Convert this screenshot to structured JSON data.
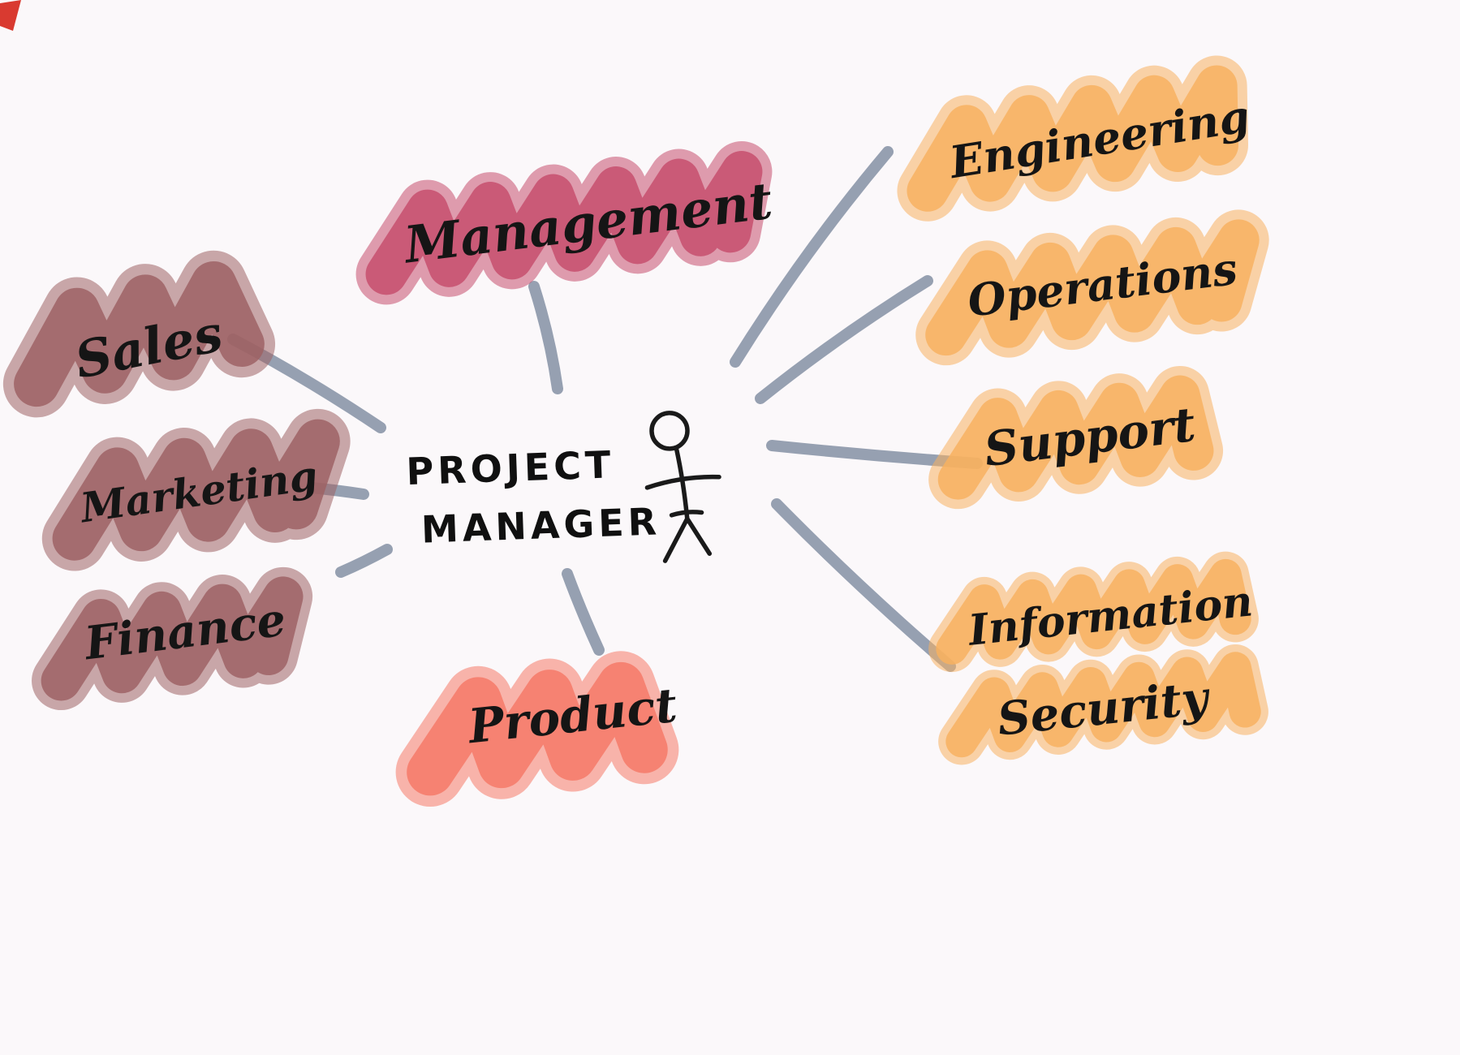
{
  "title": "Project Manager mind map",
  "center": {
    "label_line1": "PROJECT",
    "label_line2": "MANAGER",
    "icon": "person-stick-figure-icon"
  },
  "nodes": {
    "sales": {
      "label": "Sales",
      "color": "#9e6365"
    },
    "marketing": {
      "label": "Marketing",
      "color": "#9e6365"
    },
    "finance": {
      "label": "Finance",
      "color": "#9e6365"
    },
    "management": {
      "label": "Management",
      "color": "#c74f6e"
    },
    "product": {
      "label": "Product",
      "color": "#f57a67"
    },
    "engineering": {
      "label": "Engineering",
      "color": "#f7b160"
    },
    "operations": {
      "label": "Operations",
      "color": "#f7b160"
    },
    "support": {
      "label": "Support",
      "color": "#f7b160"
    },
    "infosec": {
      "label_line1": "Information",
      "label_line2": "Security",
      "color": "#f7b160"
    }
  },
  "colors": {
    "connector": "#8d98aa",
    "ink": "#1a1a1a",
    "background": "#fbf8fa",
    "corner_mark": "#d93a30"
  }
}
